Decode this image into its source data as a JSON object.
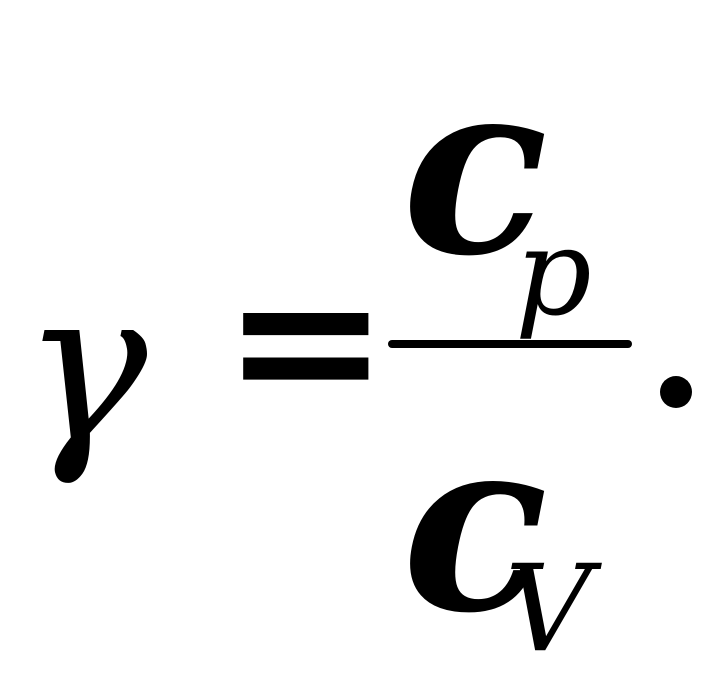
{
  "formula": {
    "lhs": "γ",
    "equals": "=",
    "numerator": {
      "base": "c",
      "subscript": "p"
    },
    "denominator": {
      "base": "c",
      "subscript": "V"
    },
    "terminal": "."
  }
}
